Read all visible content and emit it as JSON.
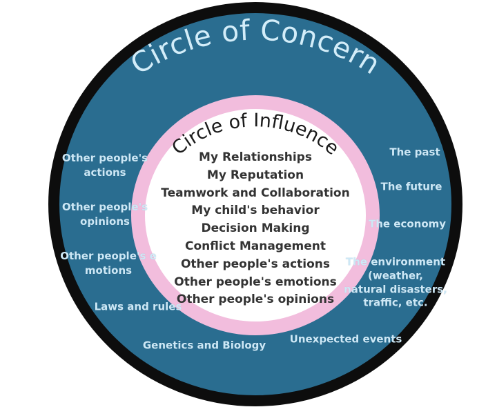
{
  "titles": {
    "outer_circle": "Circle of Concern",
    "inner_circle": "Circle of Influence"
  },
  "inner_circle_items": [
    "My Relationships",
    "My Reputation",
    "Teamwork and Collaboration",
    "My child's behavior",
    "Decision Making",
    "Conflict Management",
    "Other people's actions",
    "Other people's emotions",
    "Other people's opinions"
  ],
  "outer_circle_labels": {
    "other_peoples_actions": {
      "lines": [
        "Other people's",
        "actions"
      ]
    },
    "other_peoples_opinions": {
      "lines": [
        "Other people's",
        "opinions"
      ]
    },
    "other_peoples_emotions": {
      "lines": [
        "Other people's e",
        "motions"
      ]
    },
    "laws_and_rules": {
      "lines": [
        "Laws and rules"
      ]
    },
    "genetics_and_biology": {
      "lines": [
        "Genetics and Biology"
      ]
    },
    "unexpected_events": {
      "lines": [
        "Unexpected events"
      ]
    },
    "the_past": {
      "lines": [
        "The past"
      ]
    },
    "the_future": {
      "lines": [
        "The future"
      ]
    },
    "the_economy": {
      "lines": [
        "The economy"
      ]
    },
    "the_environment": {
      "lines": [
        "The environment",
        "(weather,",
        "natural disasters,",
        "traffic, etc."
      ]
    }
  },
  "colors": {
    "outer_ring_fill": "#2A6D90",
    "outer_ring_border": "#0D0D0D",
    "inner_ring_border": "#F2BDDD",
    "inner_fill": "#FFFFFF",
    "outer_title_text": "#D3EDF9",
    "outer_label_text": "#CDE8F6",
    "inner_title_text": "#1A1A1A",
    "inner_item_text": "#333333",
    "background": "#FFFFFF"
  }
}
